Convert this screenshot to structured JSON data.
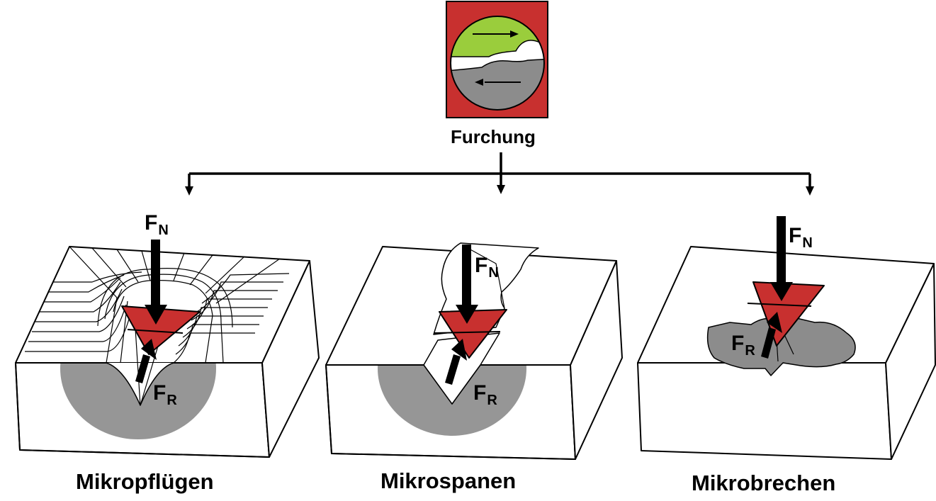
{
  "title": "Furchung",
  "mechanisms": [
    {
      "caption": "Mikropflügen",
      "fn": {
        "main": "F",
        "sub": "N"
      },
      "fr": {
        "main": "F",
        "sub": "R"
      }
    },
    {
      "caption": "Mikrospanen",
      "fn": {
        "main": "F",
        "sub": "N"
      },
      "fr": {
        "main": "F",
        "sub": "R"
      }
    },
    {
      "caption": "Mikrobrechen",
      "fn": {
        "main": "F",
        "sub": "N"
      },
      "fr": {
        "main": "F",
        "sub": "R"
      }
    }
  ],
  "colors": {
    "tool_red": "#c8302f",
    "deformation_zone": "#969696",
    "counter_body_green": "#9acd3c",
    "counter_body_gray": "#8c8c8c",
    "icon_background": "#c8302f"
  }
}
